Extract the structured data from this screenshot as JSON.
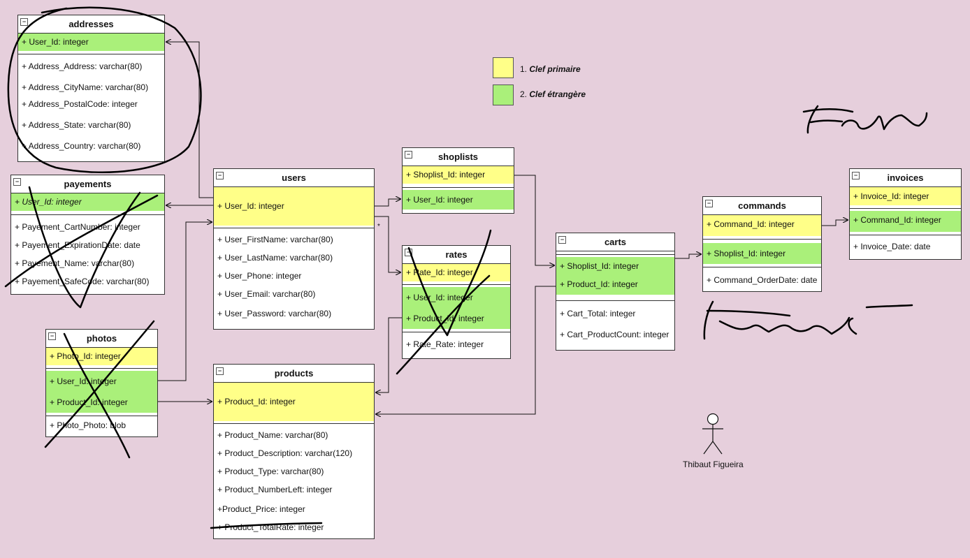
{
  "legend": {
    "primary_num": "1.",
    "primary_label": "Clef  primaire",
    "primary_color": "#ffff88",
    "foreign_num": "2.",
    "foreign_label": "Clef étrangère",
    "foreign_color": "#aaf07a"
  },
  "actor": {
    "name": "Thibaut Figueira"
  },
  "entities": {
    "addresses": {
      "title": "addresses",
      "rows": [
        "+ User_Id: integer",
        "+ Address_Address: varchar(80)",
        "+ Address_CityName: varchar(80)",
        "+ Address_PostalCode: integer",
        "+ Address_State: varchar(80)",
        "+ Address_Country: varchar(80)"
      ]
    },
    "payements": {
      "title": "payements",
      "rows": [
        "+ User_Id: integer",
        "+ Payement_CartNumber:  integer",
        "+ Payement_ExpirationDate: date",
        "+ Payement_Name: varchar(80)",
        "+ Payement_SafeCode: varchar(80)"
      ]
    },
    "photos": {
      "title": "photos",
      "rows": [
        "+ Photo_Id: integer",
        "+ User_Id: integer",
        "+ Product_Id: integer",
        "+ Photo_Photo: blob"
      ]
    },
    "users": {
      "title": "users",
      "rows": [
        "+ User_Id: integer",
        "+ User_FirstName: varchar(80)",
        "+ User_LastName: varchar(80)",
        "+ User_Phone: integer",
        "+ User_Email: varchar(80)",
        "+ User_Password: varchar(80)"
      ]
    },
    "products": {
      "title": "products",
      "rows": [
        "+ Product_Id: integer",
        "+ Product_Name: varchar(80)",
        "+ Product_Description: varchar(120)",
        "+ Product_Type: varchar(80)",
        "+ Product_NumberLeft: integer",
        "+Product_Price: integer",
        "+ Product_TotalRate: integer"
      ]
    },
    "shoplists": {
      "title": "shoplists",
      "rows": [
        "+ Shoplist_Id: integer",
        "+ User_Id: integer"
      ]
    },
    "rates": {
      "title": "rates",
      "rows": [
        "+ Rate_Id: integer",
        "+ User_Id: integer",
        "+ Product_Id: integer",
        "+ Rate_Rate: integer"
      ]
    },
    "carts": {
      "title": "carts",
      "rows": [
        "+ Shoplist_Id: integer",
        "+ Product_Id: integer",
        "+ Cart_Total: integer",
        "+ Cart_ProductCount: integer"
      ]
    },
    "commands": {
      "title": "commands",
      "rows": [
        "+ Command_Id: integer",
        "+ Shoplist_Id: integer",
        "+ Command_OrderDate: date"
      ]
    },
    "invoices": {
      "title": "invoices",
      "rows": [
        "+ Invoice_Id: integer",
        "+ Command_Id: integer",
        "+ Invoice_Date: date"
      ]
    }
  },
  "connector_marker": "*",
  "toggle_symbol": "−"
}
